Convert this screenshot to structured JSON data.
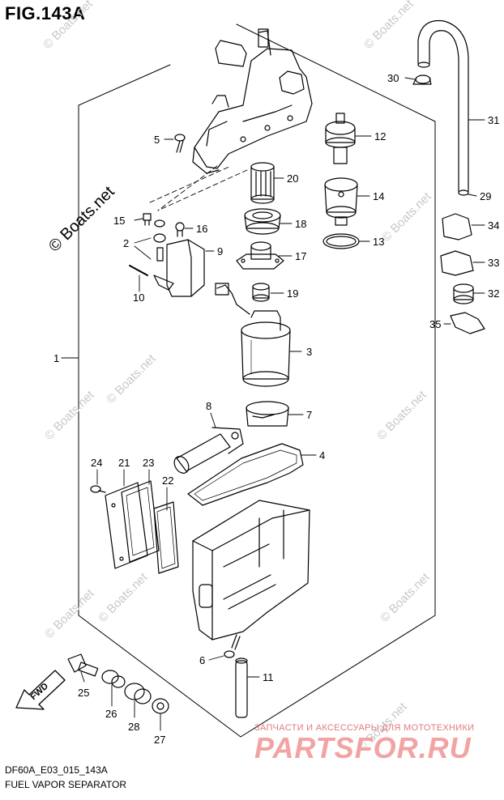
{
  "figure": {
    "title": "FIG.143A",
    "code": "DF60A_E03_015_143A",
    "name": "FUEL VAPOR SEPARATOR"
  },
  "direction_arrow": {
    "label": "FWD"
  },
  "callouts": [
    "1",
    "2",
    "3",
    "4",
    "5",
    "6",
    "7",
    "8",
    "9",
    "10",
    "11",
    "12",
    "13",
    "14",
    "15",
    "16",
    "17",
    "18",
    "19",
    "20",
    "21",
    "22",
    "23",
    "24",
    "25",
    "26",
    "27",
    "28",
    "29",
    "30",
    "31",
    "32",
    "33",
    "34",
    "35"
  ],
  "watermarks": {
    "small": [
      "© Boats.net",
      "© Boats.net",
      "© Boats.net",
      "© Boats.net",
      "© Boats.net",
      "© Boats.net",
      "© Boats.net",
      "© Boats.net",
      "© Boats.net",
      "© Boats.net"
    ],
    "large": "© Boats.net"
  },
  "promo": {
    "tagline": "ЗАПЧАСТИ И АКСЕССУАРЫ ДЛЯ МОТОТЕХНИКИ",
    "brand": "PARTSFOR.RU"
  },
  "colors": {
    "line": "#000000",
    "watermark": "#c8c8c8",
    "promo": "#e07b7b"
  }
}
